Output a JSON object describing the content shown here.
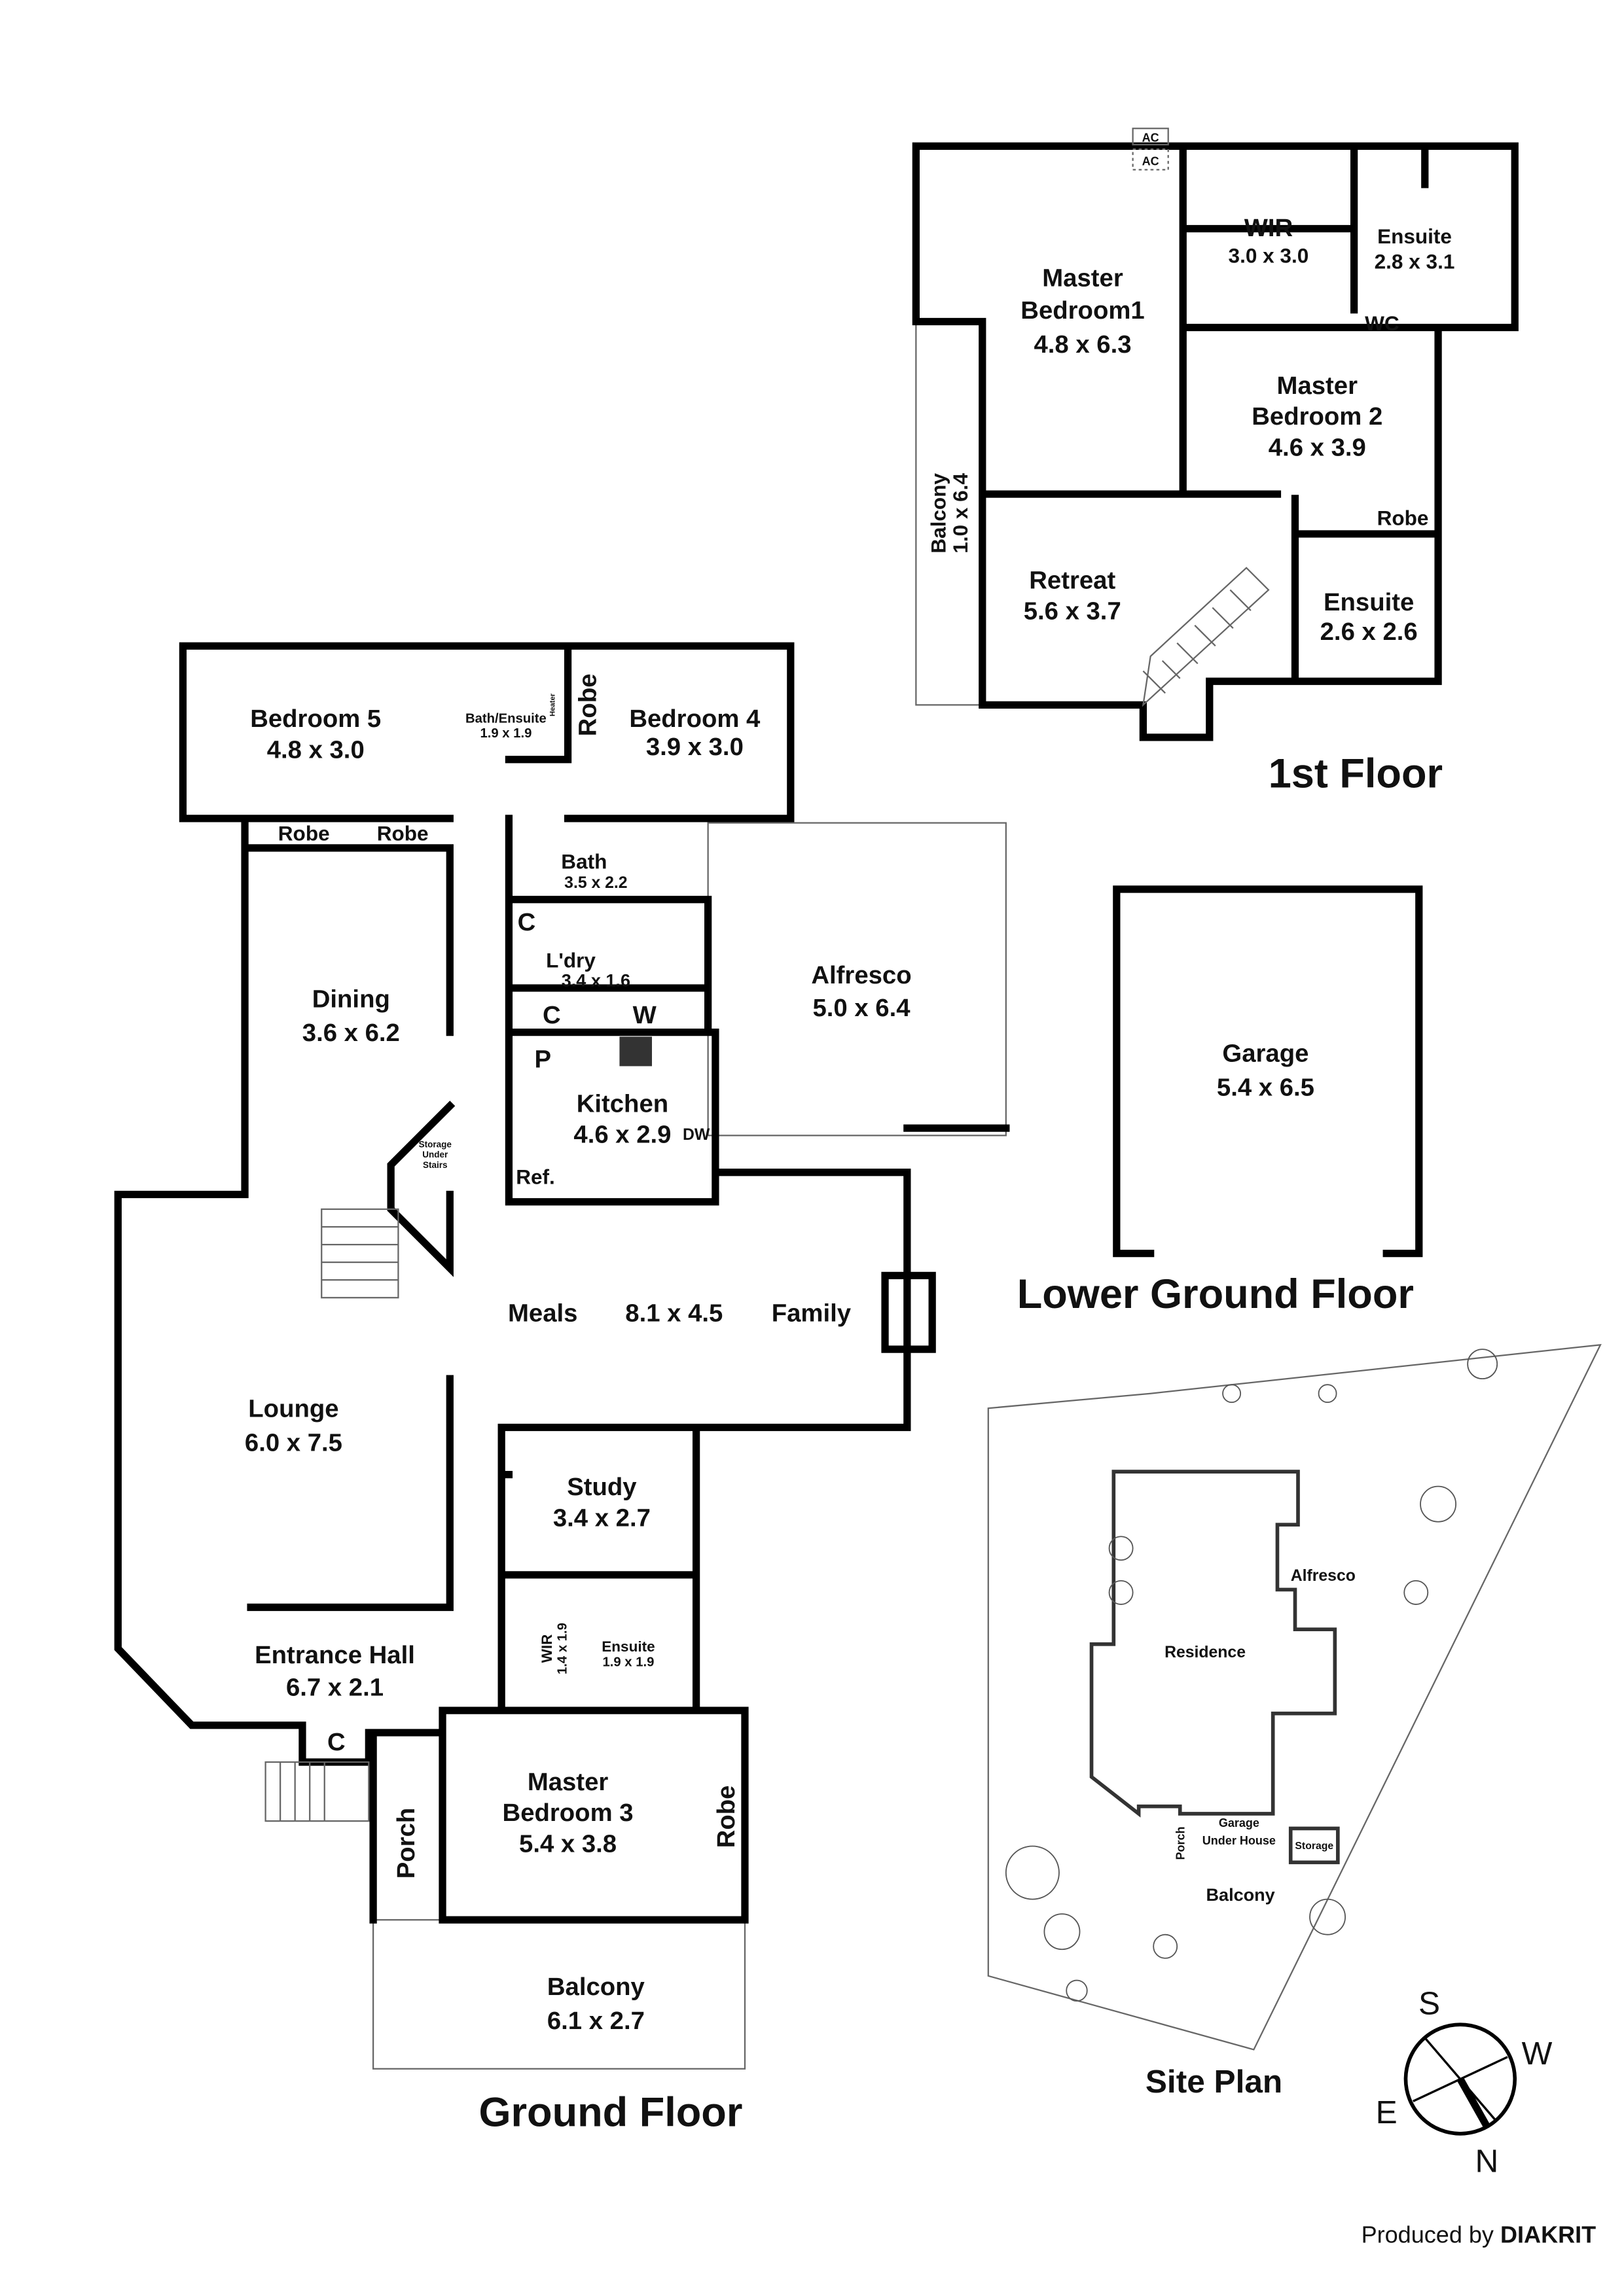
{
  "first_floor": {
    "title": "1st Floor",
    "ac": [
      "AC",
      "AC"
    ],
    "master_bedroom1": {
      "line1": "Master",
      "line2": "Bedroom1",
      "size": "4.8 x 6.3"
    },
    "wir": {
      "name": "WIR",
      "size": "3.0 x 3.0"
    },
    "ensuite1": {
      "name": "Ensuite",
      "size": "2.8 x 3.1"
    },
    "wc": "WC",
    "master_bedroom2": {
      "line1": "Master",
      "line2": "Bedroom 2",
      "size": "4.6 x 3.9"
    },
    "robe": "Robe",
    "balcony": {
      "name": "Balcony",
      "size": "1.0 x 6.4"
    },
    "retreat": {
      "name": "Retreat",
      "size": "5.6 x 3.7"
    },
    "ensuite2": {
      "name": "Ensuite",
      "size": "2.6 x 2.6"
    }
  },
  "ground_floor": {
    "title": "Ground Floor",
    "bedroom5": {
      "name": "Bedroom 5",
      "size": "4.8 x 3.0"
    },
    "bath_ensuite": {
      "name": "Bath/Ensuite",
      "size": "1.9 x 1.9",
      "heater": "Heater"
    },
    "robe_b4": "Robe",
    "bedroom4": {
      "name": "Bedroom 4",
      "size": "3.9 x 3.0"
    },
    "robes": [
      "Robe",
      "Robe"
    ],
    "bath": {
      "name": "Bath",
      "size": "3.5 x 2.2"
    },
    "cupboard1": "C",
    "laundry": {
      "name": "L'dry",
      "size": "3.4 x 1.6"
    },
    "cupboard2": "C",
    "washer": "W",
    "pantry": "P",
    "kitchen": {
      "name": "Kitchen",
      "size": "4.6 x 2.9",
      "dw": "DW"
    },
    "fridge": "Ref.",
    "dining": {
      "name": "Dining",
      "size": "3.6 x 6.2"
    },
    "storage_under_stairs": [
      "Storage",
      "Under",
      "Stairs"
    ],
    "alfresco": {
      "name": "Alfresco",
      "size": "5.0 x 6.4"
    },
    "meals_family": {
      "meals": "Meals",
      "size": "8.1 x 4.5",
      "family": "Family"
    },
    "lounge": {
      "name": "Lounge",
      "size": "6.0 x 7.5"
    },
    "study": {
      "name": "Study",
      "size": "3.4 x 2.7"
    },
    "wir": {
      "name": "WIR",
      "size": "1.4 x 1.9"
    },
    "ensuite": {
      "name": "Ensuite",
      "size": "1.9 x 1.9"
    },
    "entrance_hall": {
      "name": "Entrance Hall",
      "size": "6.7 x 2.1"
    },
    "cupboard3": "C",
    "porch": "Porch",
    "master_bedroom3": {
      "line1": "Master",
      "line2": "Bedroom 3",
      "size": "5.4 x 3.8"
    },
    "robe_mb3": "Robe",
    "balcony": {
      "name": "Balcony",
      "size": "6.1 x 2.7"
    }
  },
  "lower_ground_floor": {
    "title": "Lower Ground Floor",
    "garage": {
      "name": "Garage",
      "size": "5.4 x 6.5"
    }
  },
  "site_plan": {
    "title": "Site Plan",
    "alfresco": "Alfresco",
    "residence": "Residence",
    "garage": [
      "Garage",
      "Under House"
    ],
    "porch": "Porch",
    "storage": "Storage",
    "balcony": "Balcony"
  },
  "compass": {
    "s": "S",
    "w": "W",
    "e": "E",
    "n": "N"
  },
  "credit": {
    "prefix": "Produced by ",
    "brand": "DIAKRIT"
  }
}
